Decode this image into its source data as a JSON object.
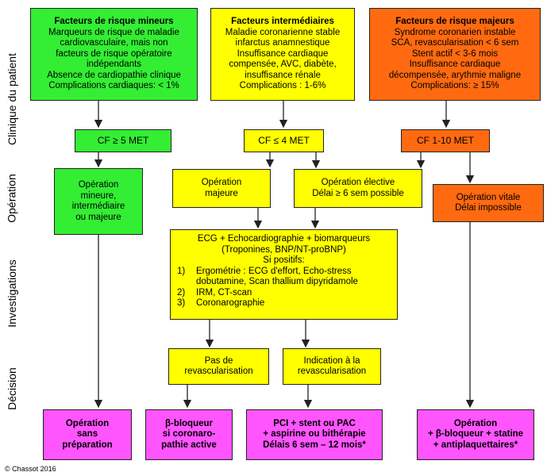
{
  "colors": {
    "green": "#33ee33",
    "yellow": "#ffff00",
    "orange": "#ff6a10",
    "pink": "#ff55ff"
  },
  "row_labels": {
    "clinique": "Clinique du patient",
    "operation": "Opération",
    "investigations": "Investigations",
    "decision": "Décision"
  },
  "risk": {
    "minor": {
      "title": "Facteurs de risque mineurs",
      "lines": [
        "Marqueurs de risque de maladie",
        "cardiovasculaire, mais non",
        "facteurs de risque opératoire",
        "indépendants",
        "Absence de cardiopathie clinique",
        "Complications cardiaques: < 1%"
      ]
    },
    "intermediate": {
      "title": "Facteurs intermédiaires",
      "lines": [
        "Maladie coronarienne stable",
        "infarctus anamnestique",
        "Insuffisance cardiaque",
        "compensée, AVC, diabète,",
        "insuffisance rénale",
        "Complications : 1-6%"
      ]
    },
    "major": {
      "title": "Facteurs de risque majeurs",
      "lines": [
        "Syndrome coronarien instable",
        "SCA, revascularisation < 6 sem",
        "Stent actif < 3-6 mois",
        "Insuffisance cardiaque",
        "décompensée, arythmie maligne",
        "Complications: ≥ 15%"
      ]
    }
  },
  "cf": {
    "minor": "CF ≥ 5 MET",
    "intermediate": "CF ≤ 4 MET",
    "major": "CF 1-10 MET"
  },
  "operation": {
    "minor": [
      "Opération",
      "mineure,",
      "intermédiaire",
      "ou majeure"
    ],
    "majeure": [
      "Opération",
      "majeure"
    ],
    "elective": [
      "Opération élective",
      "Délai ≥ 6 sem possible"
    ],
    "vitale": [
      "Opération vitale",
      "Délai impossible"
    ]
  },
  "investigations": {
    "header": [
      "ECG + Echocardiographie + biomarqueurs",
      "(Troponines, BNP/NT-proBNP)",
      "Si positifs:"
    ],
    "items": [
      {
        "num": "1)",
        "lines": [
          "Ergométrie : ECG d'effort, Echo-stress",
          "dobutamine, Scan thallium dipyridamole"
        ]
      },
      {
        "num": "2)",
        "lines": [
          "IRM, CT-scan"
        ]
      },
      {
        "num": "3)",
        "lines": [
          "Coronarographie"
        ]
      }
    ]
  },
  "decision": {
    "pas": [
      "Pas de",
      "revascularisation"
    ],
    "indication": [
      "Indication à la",
      "revascularisation"
    ]
  },
  "outcomes": {
    "sans": [
      "Opération",
      "sans",
      "préparation"
    ],
    "bbloq": [
      "β-bloqueur",
      "si coronaro-",
      "pathie active"
    ],
    "pci": [
      "PCI + stent ou PAC",
      "+ aspirine ou bithérapie",
      "Délais 6 sem – 12 mois*"
    ],
    "vitale": [
      "Opération",
      "+ β-bloqueur + statine",
      "+ antiplaquettaires*"
    ]
  },
  "copyright": "© Chassot 2016"
}
